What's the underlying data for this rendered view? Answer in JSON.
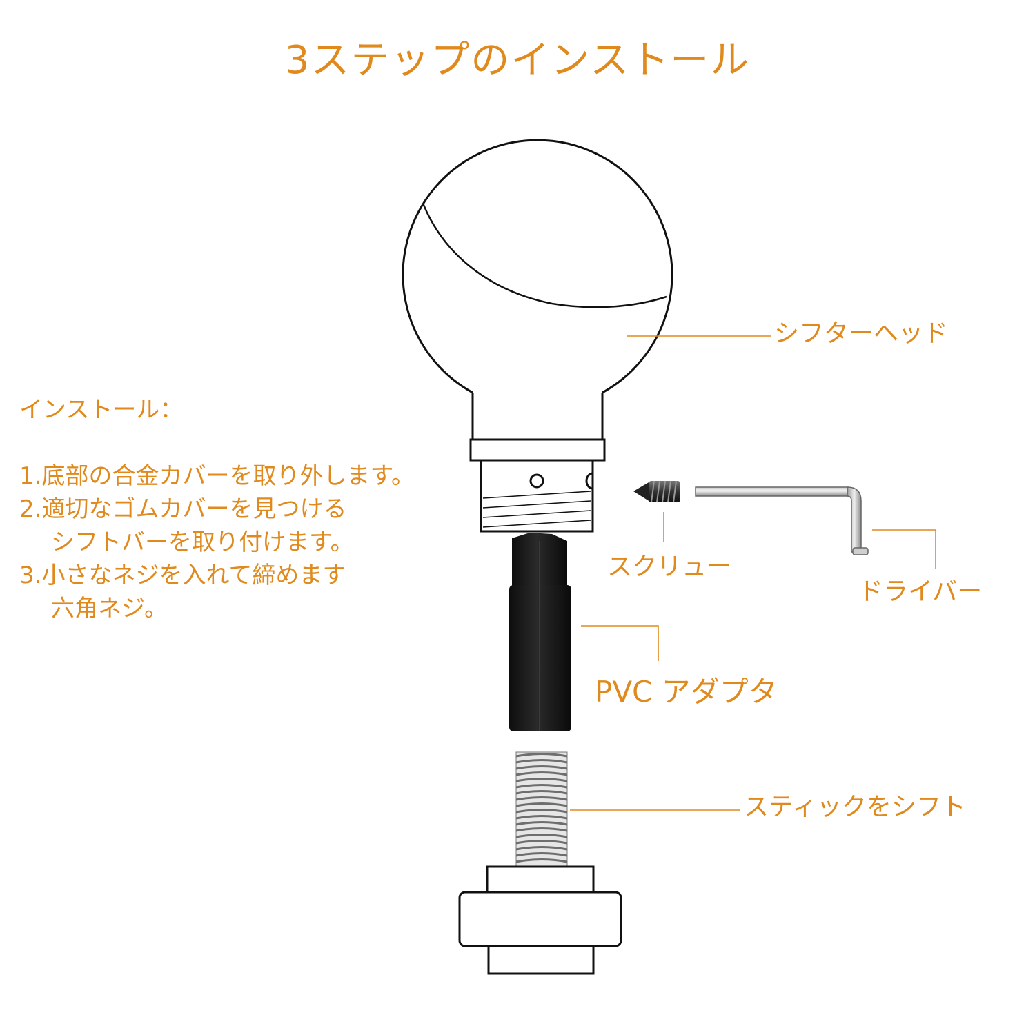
{
  "title": "3ステップのインストール",
  "colors": {
    "accent": "#e08a1e",
    "ink": "#111111",
    "metal": "#8a8a8a",
    "rubber": "#1b1b1b"
  },
  "labels": {
    "shifter_head": "シフターヘッド",
    "screw": "スクリュー",
    "driver": "ドライバー",
    "pvc_adapter": "PVC アダプタ",
    "shift_stick": "スティックをシフト"
  },
  "instructions": {
    "heading": "インストール：",
    "steps": [
      {
        "text": "1.底部の合金カバーを取り外します。",
        "cont": ""
      },
      {
        "text": "2.適切なゴムカバーを見つける",
        "cont": "シフトバーを取り付けます。"
      },
      {
        "text": "3.小さなネジを入れて締めます",
        "cont": "六角ネジ。"
      }
    ]
  }
}
